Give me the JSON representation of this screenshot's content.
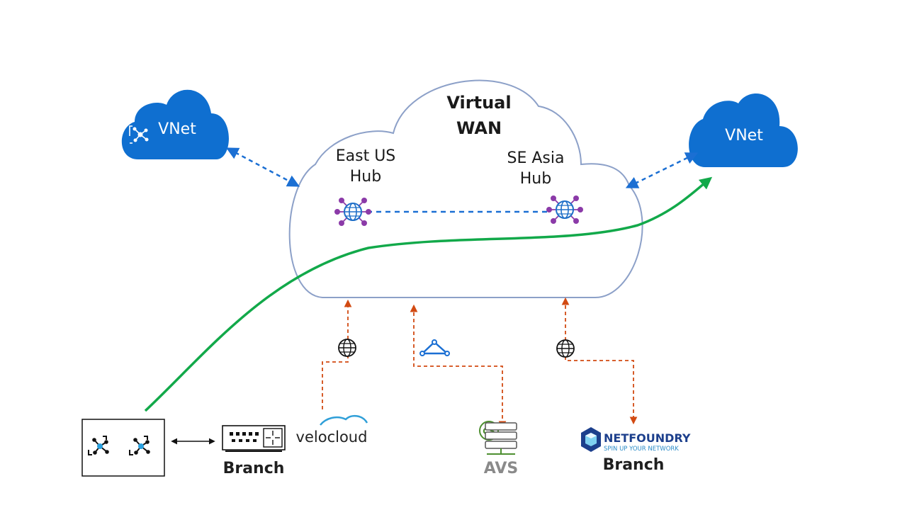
{
  "cloud": {
    "title_line1": "Virtual",
    "title_line2": "WAN"
  },
  "hubs": {
    "east": {
      "line1": "East US",
      "line2": "Hub"
    },
    "asia": {
      "line1": "SE Asia",
      "line2": "Hub"
    }
  },
  "vnets": {
    "left": "VNet",
    "right": "VNet"
  },
  "branches": {
    "device_branch": "Branch",
    "velocloud": "velocloud",
    "avs": "AVS",
    "netfoundry_brand": "NETFOUNDRY",
    "netfoundry_tagline": "SPIN UP YOUR NETWORK",
    "netfoundry_branch": "Branch"
  },
  "colors": {
    "vnet_blue": "#0f6fd0",
    "dashed_blue": "#1b6fd3",
    "orange": "#d24a12",
    "green": "#12a94a",
    "purple": "#8b3aa8",
    "cloud_outline": "#8ca0c8"
  },
  "icons": [
    "network-globe-icon",
    "vnet-node-icon",
    "globe-icon",
    "triangle-network-icon",
    "router-icon",
    "server-icon",
    "netfoundry-cube-icon"
  ]
}
